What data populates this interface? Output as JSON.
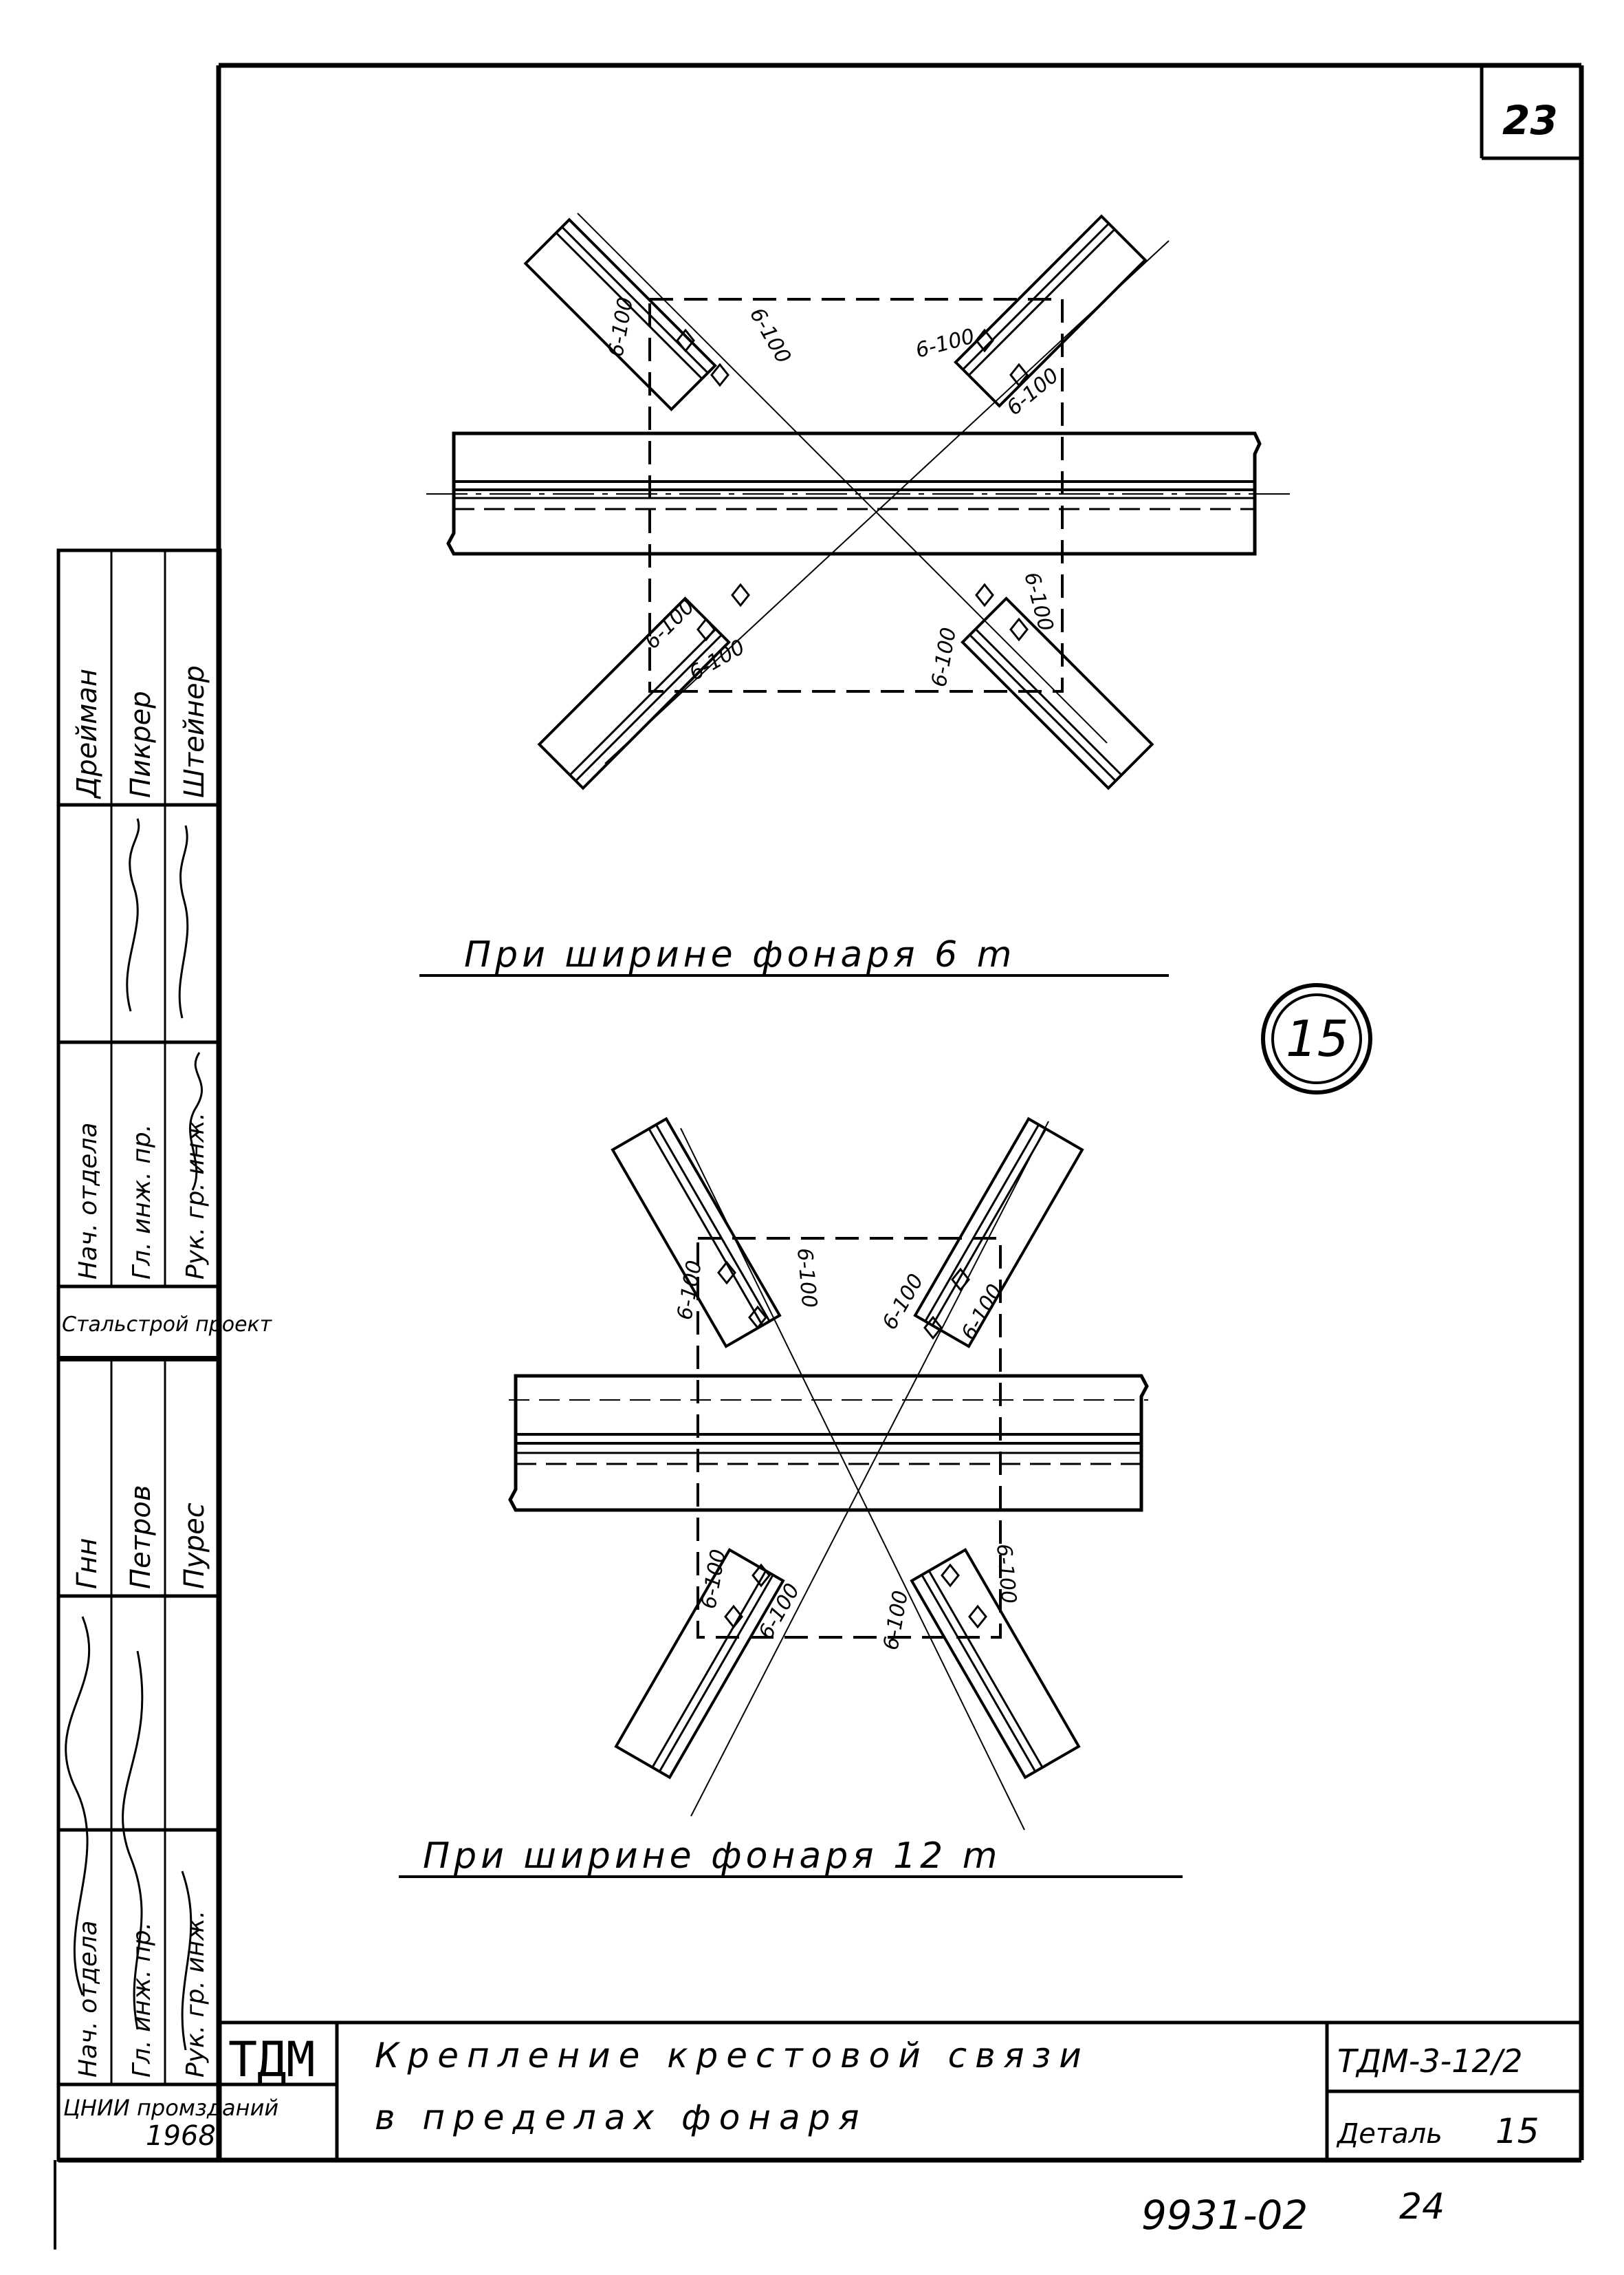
{
  "sheet": {
    "page_number": "23",
    "detail_circle": "15"
  },
  "top_drawing": {
    "caption": "При ширине фонаря 6 m",
    "labels": [
      "6-100",
      "6-100",
      "6-100",
      "6-100",
      "6-100",
      "6-100",
      "6-100",
      "6-100"
    ]
  },
  "bottom_drawing": {
    "caption": "При ширине фонаря 12 m",
    "labels": [
      "6-100",
      "6-100",
      "6-100",
      "6-100",
      "6-100",
      "6-100",
      "6-100",
      "6-100"
    ]
  },
  "side_stamp": {
    "top_block": {
      "names": [
        "Дрейман",
        "Пикрер",
        "Штейнер"
      ],
      "positions": [
        "Нач. отдела",
        "Гл. инж. пр.",
        "Рук. гр. инж."
      ]
    },
    "organization": "Стальстрой проект",
    "bottom_block": {
      "names": [
        "Гнн",
        "Петров",
        "Пурес"
      ],
      "positions": [
        "Нач. отдела",
        "Гл. инж. пр.",
        "Рук. гр. инж."
      ]
    },
    "institute": "ЦНИИ промзданий",
    "year": "1968"
  },
  "title_block": {
    "org_mark": "ТДМ",
    "title_line1": "Крепление крестовой связи",
    "title_line2": "в пределах фонаря",
    "doc_code": "ТДМ-3-12/2",
    "detail_label": "Деталь",
    "detail_number": "15"
  },
  "footer": {
    "archive_number": "9931-02",
    "sheet_number": "24"
  }
}
